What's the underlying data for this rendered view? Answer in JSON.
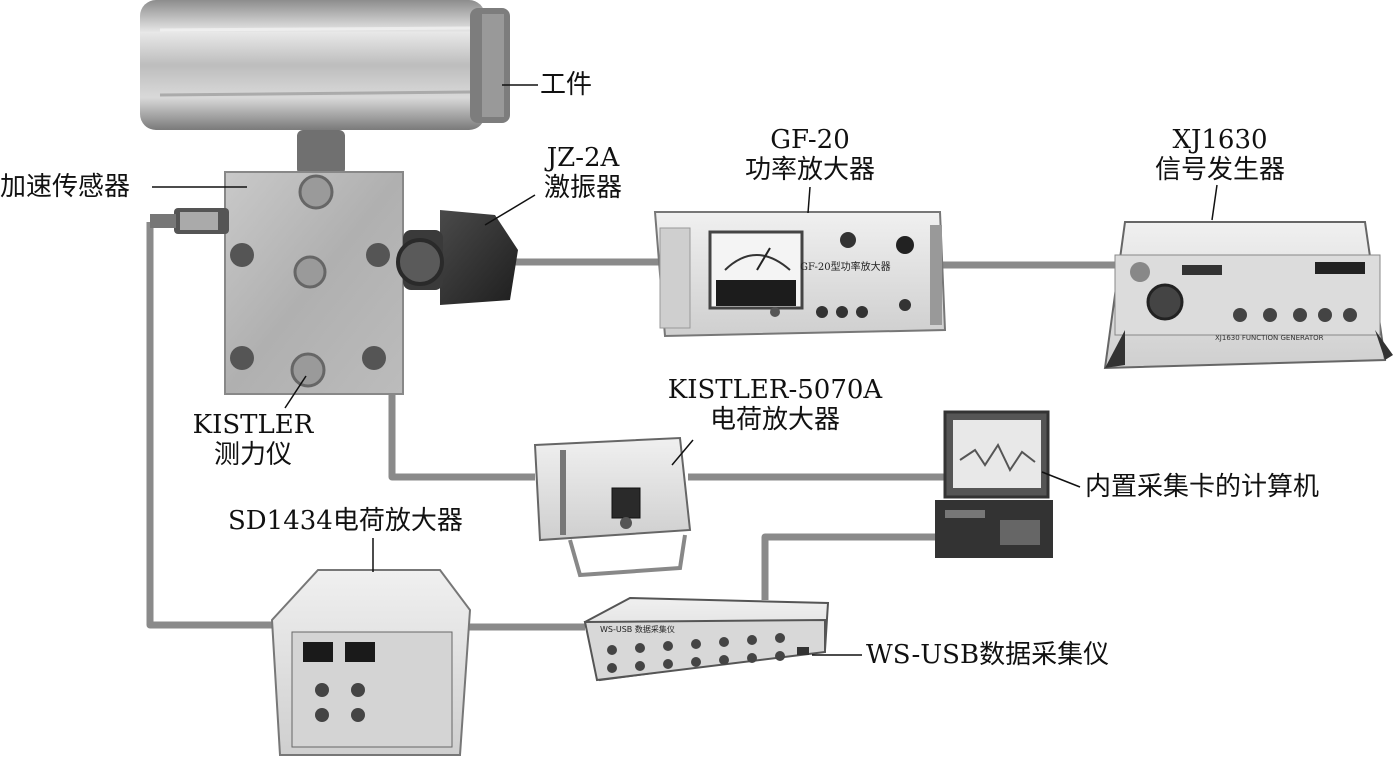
{
  "labels": {
    "workpiece": "工件",
    "accelerometer": "加速传感器",
    "exciter_model": "JZ-2A",
    "exciter_name": "激振器",
    "power_amp_model": "GF-20",
    "power_amp_name": "功率放大器",
    "signal_gen_model": "XJ1630",
    "signal_gen_name": "信号发生器",
    "dynamometer_brand": "KISTLER",
    "dynamometer_name": "测力仪",
    "charge_amp_kistler_model": "KISTLER-5070A",
    "charge_amp_kistler_name": "电荷放大器",
    "computer": "内置采集卡的计算机",
    "charge_amp_sd": "SD1434电荷放大器",
    "daq": "WS-USB数据采集仪"
  },
  "device_text": {
    "power_amp_panel": "GF-20型功率放大器",
    "daq_panel": "WS-USB 数据采集仪",
    "signal_gen_panel": "XJ1630 FUNCTION GENERATOR"
  },
  "colors": {
    "cable": "#8a8a8a",
    "leader": "#111111",
    "metal_light": "#d6d6d6",
    "metal_dark": "#6a6a6a",
    "device_body": "#e4e4e4",
    "device_dark": "#2a2a2a"
  }
}
